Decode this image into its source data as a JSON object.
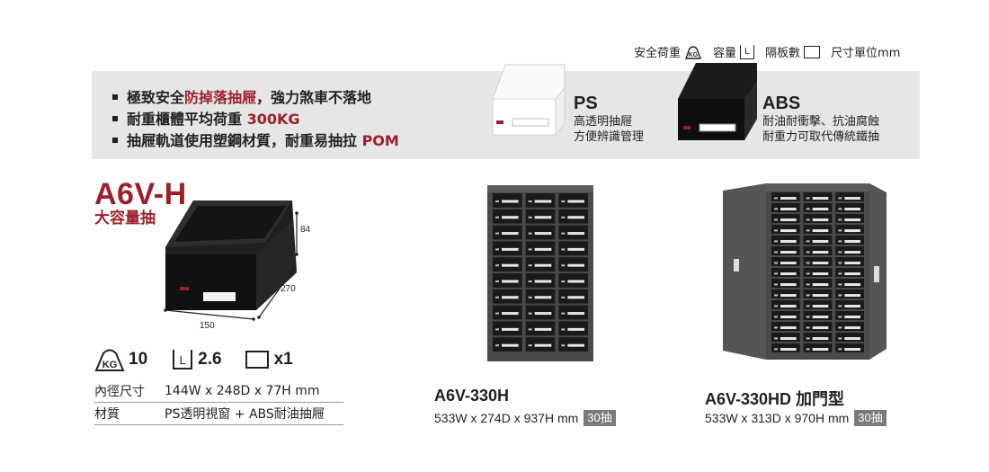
{
  "legend": {
    "load_label": "安全荷重",
    "load_icon": "KG",
    "capacity_label": "容量",
    "capacity_icon": "L",
    "shelves_label": "隔板數",
    "unit_label": "尺寸單位mm"
  },
  "features": [
    {
      "prefix": "極致安全",
      "highlight": "防掉落抽屜",
      "suffix": "，強力煞車不落地"
    },
    {
      "prefix": "耐重櫃體平均荷重 ",
      "highlight": "300KG",
      "suffix": ""
    },
    {
      "prefix": "抽屜軌道使用塑鋼材質，耐重易抽拉 ",
      "highlight": "POM",
      "suffix": ""
    }
  ],
  "materials": [
    {
      "name": "PS",
      "line1": "高透明抽屜",
      "line2": "方便辨識管理"
    },
    {
      "name": "ABS",
      "line1": "耐油耐衝擊、抗油腐蝕",
      "line2": "耐重力可取代傳統鐵抽"
    }
  ],
  "drawer": {
    "model": "A6V-H",
    "subtitle": "大容量抽",
    "dim_height": "84",
    "dim_depth": "270",
    "dim_width": "150",
    "load_icon": "KG",
    "load_value": "10",
    "capacity_icon": "L",
    "capacity_value": "2.6",
    "shelves_value": "x1",
    "rows": [
      {
        "key": "內徑尺寸",
        "value": "144W x 248D x 77H mm"
      },
      {
        "key": "材質",
        "value": "PS透明視窗 + ABS耐油抽屜"
      }
    ]
  },
  "cabinets": [
    {
      "name": "A6V-330H",
      "dims": "533W x 274D x 937H mm",
      "tag": "30抽"
    },
    {
      "name": "A6V-330HD 加門型",
      "dims": "533W x 313D x 970H mm",
      "tag": "30抽"
    }
  ],
  "colors": {
    "accent": "#9e1f2c",
    "banner": "#e6e6e6",
    "cabinet": "#4a4a4a",
    "tag": "#7a7a7a"
  }
}
